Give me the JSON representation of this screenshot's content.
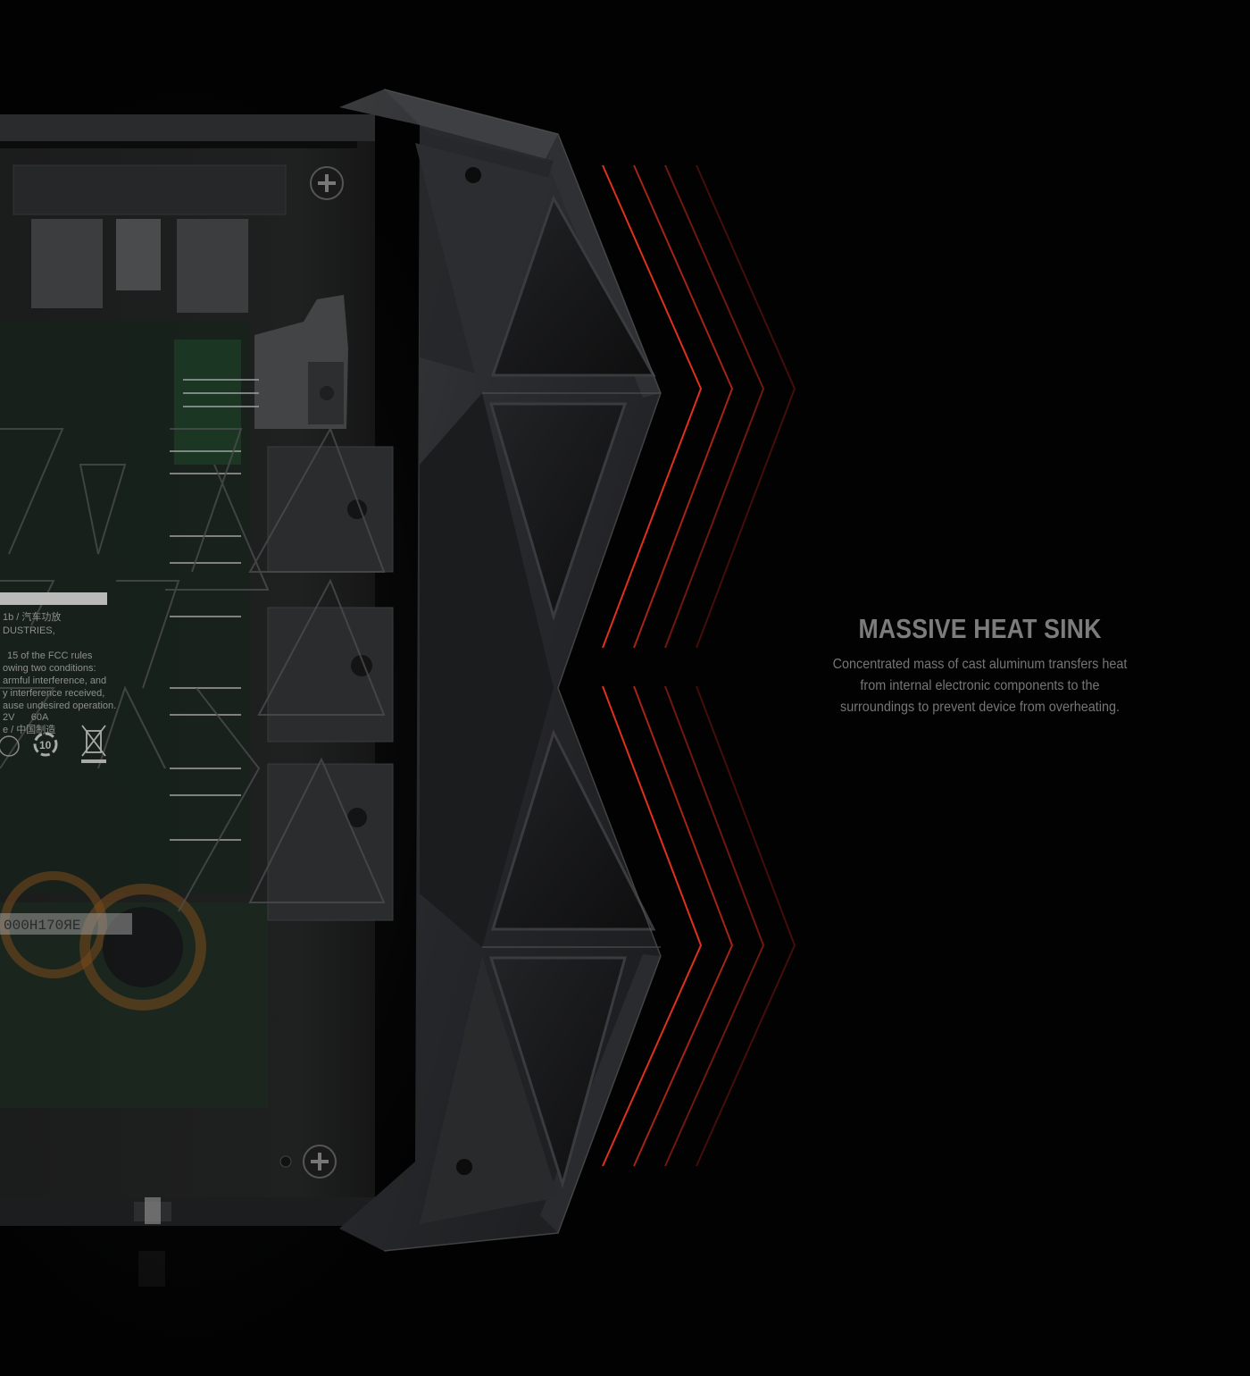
{
  "feature": {
    "title": "MASSIVE HEAT SINK",
    "description": "Concentrated mass of cast aluminum transfers heat from internal electronic components to the surroundings to prevent device from overheating."
  },
  "device_label": {
    "lines": [
      "1b / 汽车功放",
      "DUSTRIES,",
      "15 of the FCC rules",
      "owing two conditions:",
      "armful interference, and",
      "y interference received,",
      "ause undesired operation.",
      "2V      60A",
      "e / 中国制造"
    ],
    "serial": "000H170ЯЕ"
  },
  "colors": {
    "background": "#020202",
    "accent": "#e0301e",
    "title": "#7c7c7c",
    "description": "#767676"
  },
  "icons": [
    "screw-icon",
    "recycle-10-icon",
    "weee-bin-icon"
  ]
}
